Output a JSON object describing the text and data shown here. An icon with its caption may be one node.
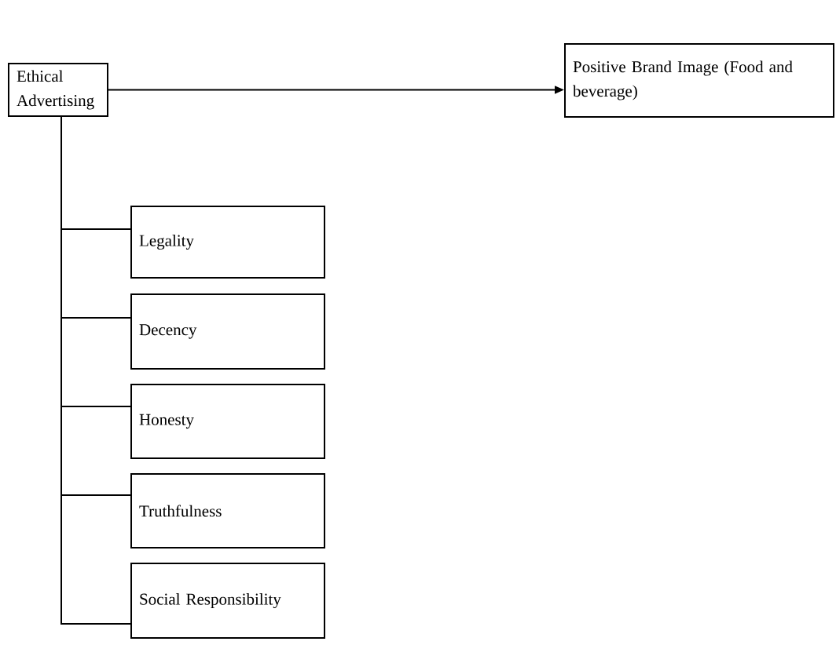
{
  "diagram": {
    "nodes": [
      {
        "text": [
          "Ethical Advertising"
        ]
      },
      {
        "text": [
          "Positive Brand Image (Food and beverage)"
        ]
      },
      {
        "text": [
          "Legality"
        ]
      },
      {
        "text": [
          "Decency"
        ]
      },
      {
        "text": [
          "Honesty"
        ]
      },
      {
        "text": [
          "Truthfulness"
        ]
      },
      {
        "text": [
          "Social Responsibility"
        ]
      }
    ],
    "edges": [
      {
        "from": 0,
        "to": 1,
        "arrow": "to"
      },
      {
        "from": 0,
        "to": 2,
        "arrow": "none"
      },
      {
        "from": 0,
        "to": 3,
        "arrow": "none"
      },
      {
        "from": 0,
        "to": 4,
        "arrow": "none"
      },
      {
        "from": 0,
        "to": 5,
        "arrow": "none"
      },
      {
        "from": 0,
        "to": 6,
        "arrow": "none"
      }
    ]
  }
}
